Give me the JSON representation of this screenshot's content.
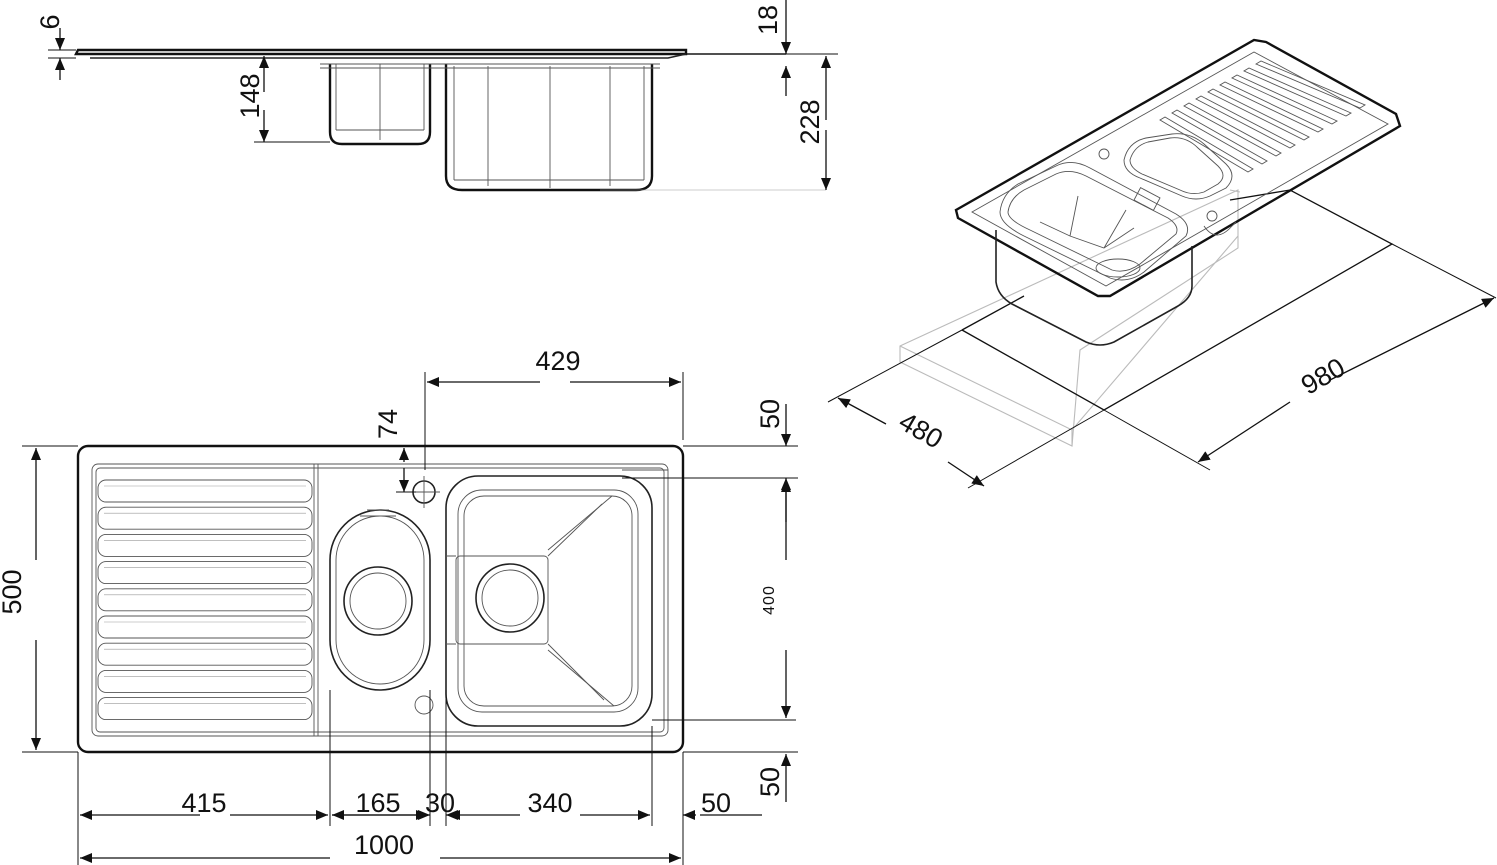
{
  "drawing": {
    "side_view": {
      "dims": {
        "top_thickness": "6",
        "rim_height": "18",
        "small_bowl_depth": "148",
        "overall_depth": "228"
      }
    },
    "plan_view": {
      "dims": {
        "tap_hole_offset_x": "429",
        "tap_hole_offset_y": "74",
        "top_margin": "50",
        "overall_height": "500",
        "bowl_height": "400",
        "bottom_margin": "50",
        "drainer_width": "415",
        "small_bowl_width": "165",
        "divider_width": "30",
        "large_bowl_width": "340",
        "right_margin": "50",
        "overall_width": "1000"
      }
    },
    "iso_view": {
      "dims": {
        "cutout_width": "980",
        "cutout_depth": "480"
      }
    }
  }
}
